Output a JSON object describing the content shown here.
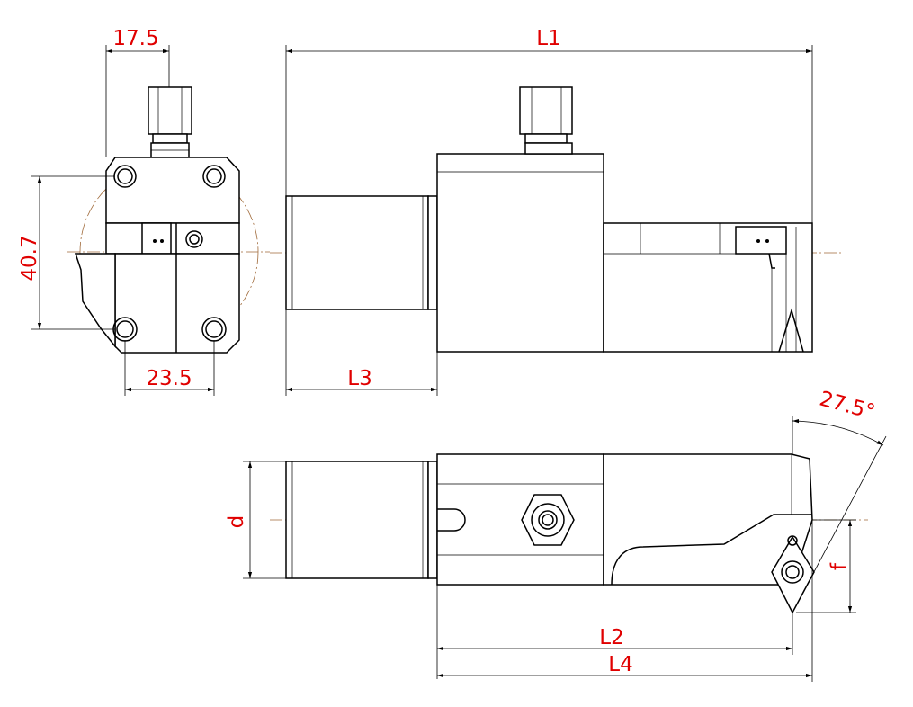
{
  "dimensions": {
    "d_17_5": "17.5",
    "d_40_7": "40.7",
    "d_23_5": "23.5",
    "L1": "L1",
    "L3": "L3",
    "L2": "L2",
    "L4": "L4",
    "d": "d",
    "f": "f",
    "angle": "27.5°"
  },
  "colors": {
    "line": "#000000",
    "dimension_text": "#e00000",
    "center_line": "#a06a3a"
  }
}
